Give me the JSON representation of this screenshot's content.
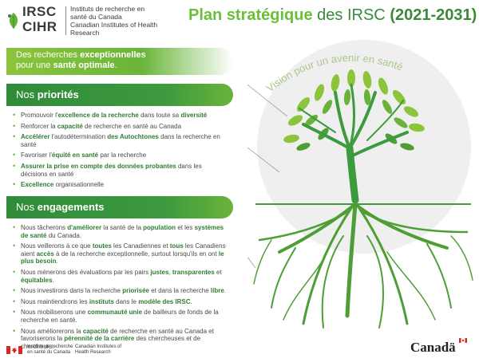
{
  "header": {
    "logo_irsc": "IRSC",
    "logo_cihr": "CIHR",
    "logo_fr": "Instituts de recherche en santé du Canada",
    "logo_en": "Canadian Institutes of Health Research",
    "title_bold": "Plan stratégique",
    "title_regular": " des IRSC ",
    "title_years": "(2021-2031)"
  },
  "vision": {
    "line1_a": "Des recherches ",
    "line1_b": "exceptionnelles",
    "line2_a": "pour une ",
    "line2_b": "santé optimale",
    "line2_c": ".",
    "arc_text": "Vision pour un avenir en santé"
  },
  "priorities": {
    "head_a": "Nos ",
    "head_b": "priorités",
    "items": [
      {
        "a": "Promouvoir l'",
        "b": "excellence de la recherche",
        "c": " dans toute sa ",
        "d": "diversité",
        "e": ""
      },
      {
        "a": "Renforcer la ",
        "b": "capacité",
        "c": " de recherche en santé au Canada",
        "d": "",
        "e": ""
      },
      {
        "a": "",
        "b": "Accélérer",
        "c": " l'autodétermination ",
        "d": "des Autochtones",
        "e": " dans la recherche en santé"
      },
      {
        "a": "Favoriser l'",
        "b": "équité en santé",
        "c": " par la recherche",
        "d": "",
        "e": ""
      },
      {
        "a": "",
        "b": "Assurer la prise en compte des données probantes",
        "c": " dans les décisions en santé",
        "d": "",
        "e": ""
      },
      {
        "a": "",
        "b": "Excellence",
        "c": " organisationnelle",
        "d": "",
        "e": ""
      }
    ]
  },
  "engagements": {
    "head_a": "Nos ",
    "head_b": "engagements",
    "items": [
      {
        "a": "Nous tâcherons ",
        "b": "d'améliorer",
        "c": " la santé de la ",
        "d": "population",
        "e": " et les ",
        "f": "systèmes de santé",
        "g": " du Canada."
      },
      {
        "a": "Nous veillerons à ce que ",
        "b": "toutes",
        "c": " les Canadiennes et ",
        "d": "tous",
        "e": " les Canadiens aient ",
        "f": "accès",
        "g": " à de la recherche exceptionnelle, surtout lorsqu'ils en ont ",
        "h": "le plus besoin",
        "i": "."
      },
      {
        "a": "Nous mènerons des évaluations par les pairs ",
        "b": "justes",
        "c": ", ",
        "d": "transparentes",
        "e": " et ",
        "f": "équitables",
        "g": "."
      },
      {
        "a": "Nous investirons dans la recherche ",
        "b": "priorisée",
        "c": " et dans la recherche ",
        "d": "libre",
        "e": "."
      },
      {
        "a": "Nous maintiendrons les ",
        "b": "instituts",
        "c": " dans le ",
        "d": "modèle des IRSC",
        "e": "."
      },
      {
        "a": "Nous mobiliserons une ",
        "b": "communauté unie",
        "c": " de bailleurs de fonds de la recherche en santé.",
        "d": "",
        "e": ""
      },
      {
        "a": "Nous améliorerons la ",
        "b": "capacité",
        "c": " de recherche en santé au Canada et favoriserons la ",
        "d": "pérennité de la carrière",
        "e": " des chercheuses et de chercheurs."
      }
    ]
  },
  "footer": {
    "fr": "Instituts de recherche en santé du Canada",
    "en": "Canadian Institutes of Health Research",
    "wordmark": "Canadä"
  },
  "colors": {
    "light_green": "#8cc43c",
    "mid_green": "#6ab33a",
    "dark_green": "#2f8b3a",
    "red": "#d52b1e"
  }
}
